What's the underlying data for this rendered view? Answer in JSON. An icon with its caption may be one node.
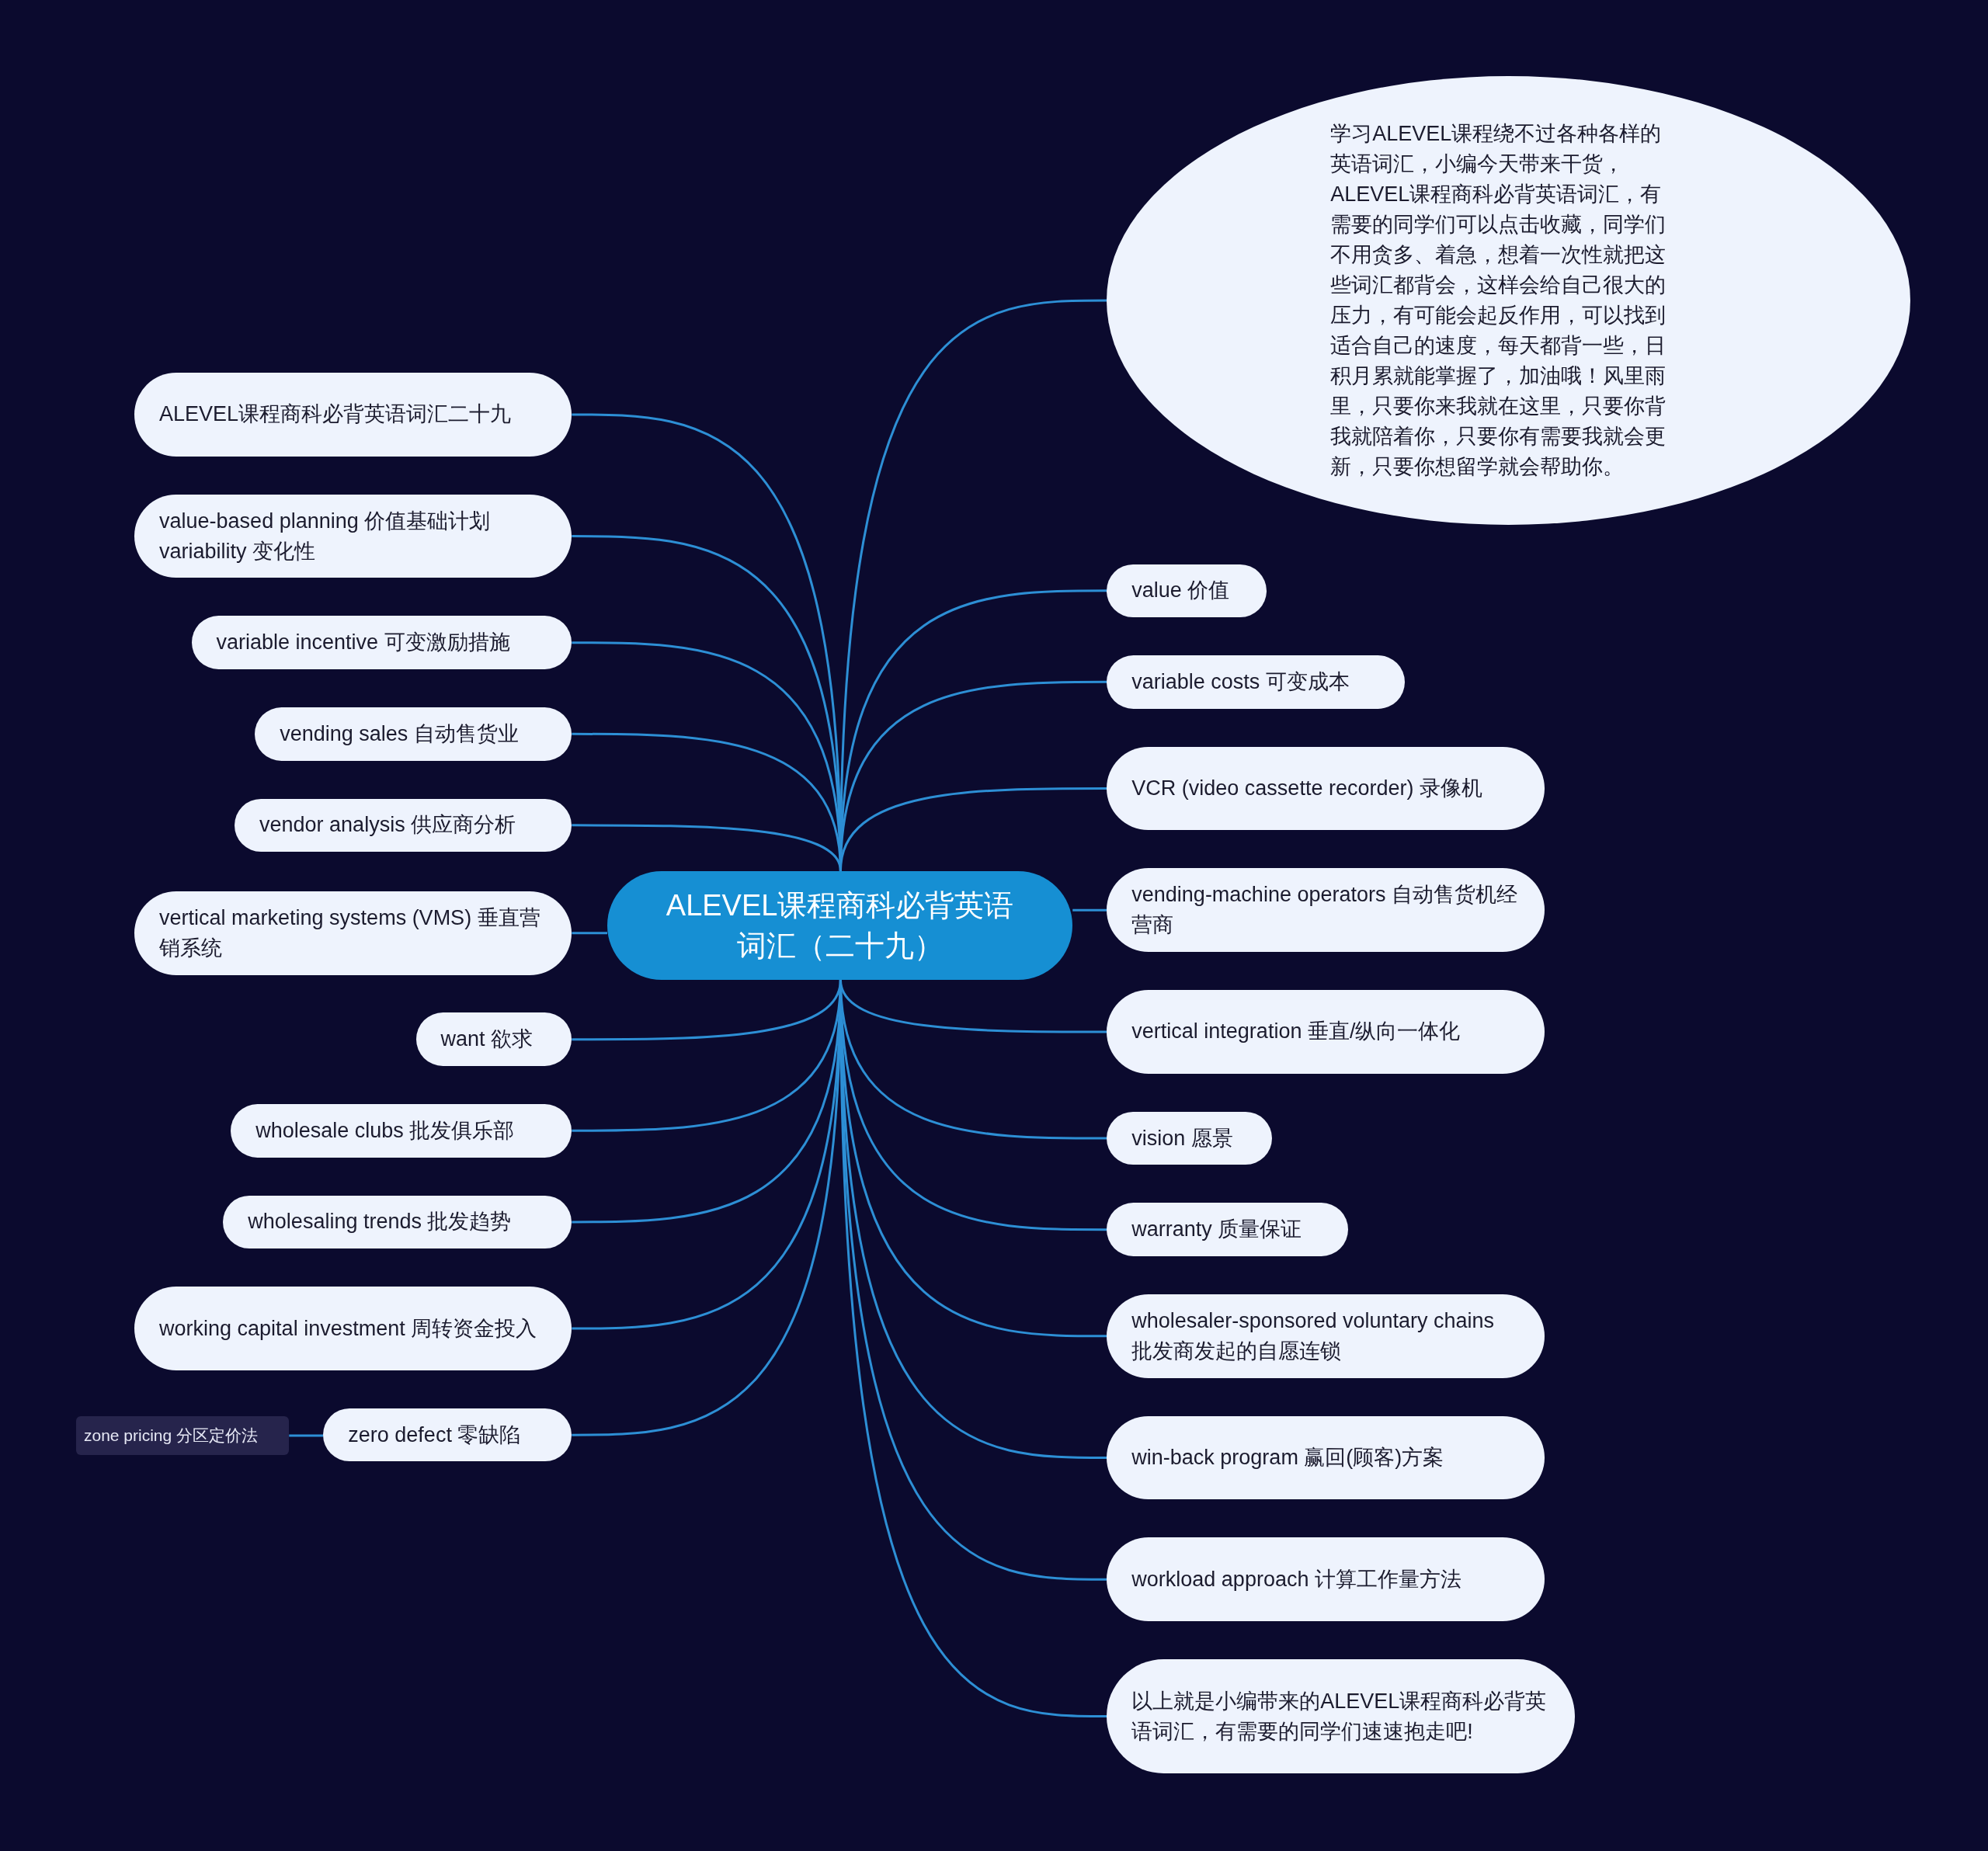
{
  "diagram": {
    "nodes": [
      {
        "text": [
          "ALEVEL课程商科必背英语词汇（二十九）"
        ]
      },
      {
        "text": [
          "学习ALEVEL课程绕不过各种各样的英语词汇，小编今天带来干货，ALEVEL课程商科必背英语词汇，有需要的同学们可以点击收藏，同学们不用贪多、着急，想着一次性就把这些词汇都背会，这样会给自己很大的压力，有可能会起反作用，可以找到适合自己的速度，每天都背一些，日积月累就能掌握了，加油哦！风里雨里，只要你来我就在这里，只要你背我就陪着你，只要你有需要我就会更新，只要你想留学就会帮助你。"
        ]
      },
      {
        "text": [
          "value 价值"
        ]
      },
      {
        "text": [
          "variable costs 可变成本"
        ]
      },
      {
        "text": [
          "VCR (video cassette recorder) 录像机"
        ]
      },
      {
        "text": [
          "vending-machine operators 自动售货机经营商"
        ]
      },
      {
        "text": [
          "vertical integration 垂直/纵向一体化"
        ]
      },
      {
        "text": [
          "vision 愿景"
        ]
      },
      {
        "text": [
          "warranty 质量保证"
        ]
      },
      {
        "text": [
          "wholesaler-sponsored voluntary chains 批发商发起的自愿连锁"
        ]
      },
      {
        "text": [
          "win-back program 赢回(顾客)方案"
        ]
      },
      {
        "text": [
          "workload approach 计算工作量方法"
        ]
      },
      {
        "text": [
          "以上就是小编带来的ALEVEL课程商科必背英语词汇，有需要的同学们速速抱走吧!"
        ]
      },
      {
        "text": [
          "ALEVEL课程商科必背英语词汇二十九"
        ]
      },
      {
        "text": [
          "value-based planning 价值基础计划variability 变化性"
        ]
      },
      {
        "text": [
          "variable incentive 可变激励措施"
        ]
      },
      {
        "text": [
          "vending sales 自动售货业"
        ]
      },
      {
        "text": [
          "vendor analysis 供应商分析"
        ]
      },
      {
        "text": [
          "vertical marketing systems (VMS) 垂直营销系统"
        ]
      },
      {
        "text": [
          "want 欲求"
        ]
      },
      {
        "text": [
          "wholesale clubs 批发俱乐部"
        ]
      },
      {
        "text": [
          "wholesaling trends 批发趋势"
        ]
      },
      {
        "text": [
          "working capital investment 周转资金投入"
        ]
      },
      {
        "text": [
          "zero defect 零缺陷"
        ]
      },
      {
        "text": [
          "zone pricing 分区定价法"
        ]
      }
    ],
    "edges": [
      {
        "from": 0,
        "to": 1,
        "arrow": "none"
      },
      {
        "from": 0,
        "to": 2,
        "arrow": "none"
      },
      {
        "from": 0,
        "to": 3,
        "arrow": "none"
      },
      {
        "from": 0,
        "to": 4,
        "arrow": "none"
      },
      {
        "from": 0,
        "to": 5,
        "arrow": "none"
      },
      {
        "from": 0,
        "to": 6,
        "arrow": "none"
      },
      {
        "from": 0,
        "to": 7,
        "arrow": "none"
      },
      {
        "from": 0,
        "to": 8,
        "arrow": "none"
      },
      {
        "from": 0,
        "to": 9,
        "arrow": "none"
      },
      {
        "from": 0,
        "to": 10,
        "arrow": "none"
      },
      {
        "from": 0,
        "to": 11,
        "arrow": "none"
      },
      {
        "from": 0,
        "to": 12,
        "arrow": "none"
      },
      {
        "from": 0,
        "to": 13,
        "arrow": "none"
      },
      {
        "from": 0,
        "to": 14,
        "arrow": "none"
      },
      {
        "from": 0,
        "to": 15,
        "arrow": "none"
      },
      {
        "from": 0,
        "to": 16,
        "arrow": "none"
      },
      {
        "from": 0,
        "to": 17,
        "arrow": "none"
      },
      {
        "from": 0,
        "to": 18,
        "arrow": "none"
      },
      {
        "from": 0,
        "to": 19,
        "arrow": "none"
      },
      {
        "from": 0,
        "to": 20,
        "arrow": "none"
      },
      {
        "from": 0,
        "to": 21,
        "arrow": "none"
      },
      {
        "from": 0,
        "to": 22,
        "arrow": "none"
      },
      {
        "from": 0,
        "to": 23,
        "arrow": "none"
      },
      {
        "from": 23,
        "to": 24,
        "arrow": "none"
      }
    ]
  }
}
